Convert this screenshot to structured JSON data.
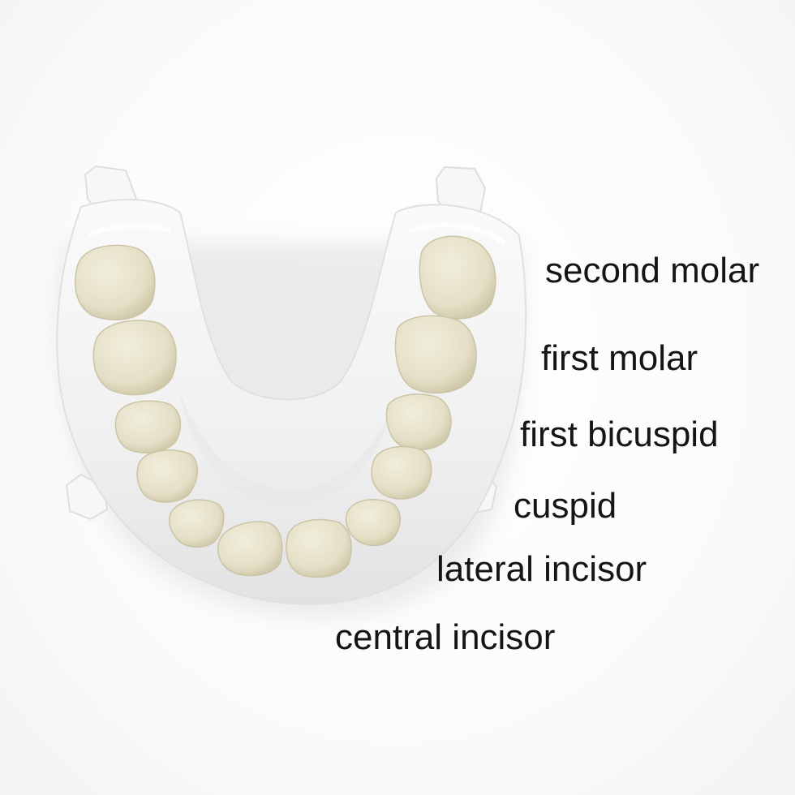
{
  "labels": {
    "second_molar": "second molar",
    "first_molar": "first molar",
    "first_bicuspid": "first bicuspid",
    "cuspid": "cuspid",
    "lateral_incisor": "lateral incisor",
    "central_incisor": "central incisor"
  },
  "colors": {
    "tray": "#f2f2f3",
    "tray_shadow": "#d9d9dc",
    "tooth": "#e6e2cb",
    "tooth_shade": "#cfc9ad",
    "label_text": "#151515"
  }
}
